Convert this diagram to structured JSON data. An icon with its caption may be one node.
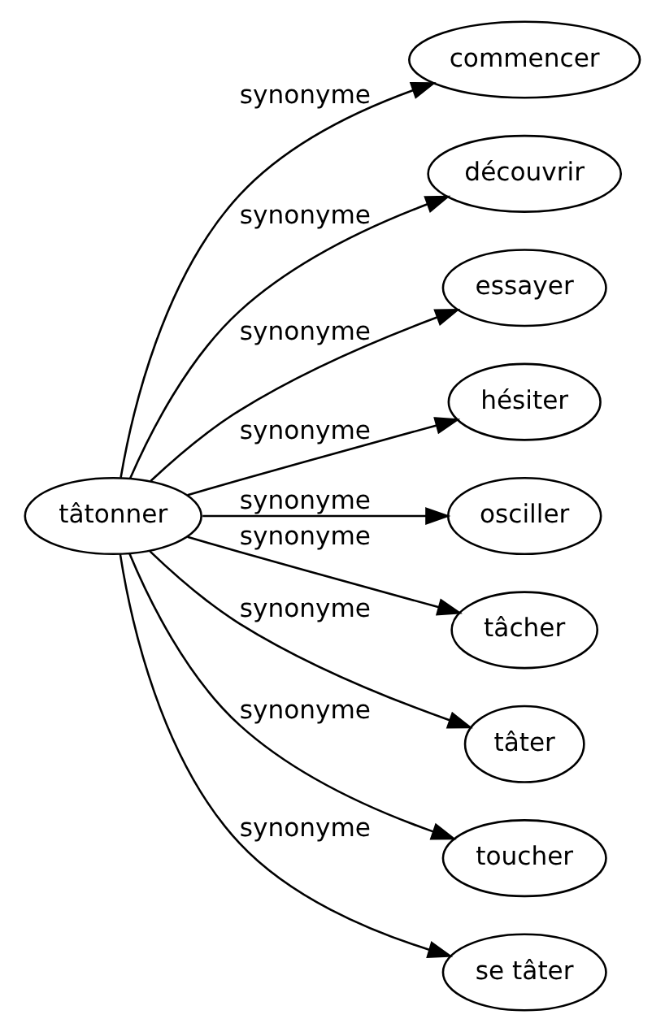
{
  "diagram": {
    "nodes": [
      {
        "text": [
          "tâtonner"
        ]
      },
      {
        "text": [
          "commencer"
        ]
      },
      {
        "text": [
          "découvrir"
        ]
      },
      {
        "text": [
          "essayer"
        ]
      },
      {
        "text": [
          "hésiter"
        ]
      },
      {
        "text": [
          "osciller"
        ]
      },
      {
        "text": [
          "tâcher"
        ]
      },
      {
        "text": [
          "tâter"
        ]
      },
      {
        "text": [
          "toucher"
        ]
      },
      {
        "text": [
          "se tâter"
        ]
      }
    ],
    "edges": [
      {
        "from": 0,
        "to": 1,
        "arrow": "to",
        "label": "synonyme"
      },
      {
        "from": 0,
        "to": 2,
        "arrow": "to",
        "label": "synonyme"
      },
      {
        "from": 0,
        "to": 3,
        "arrow": "to",
        "label": "synonyme"
      },
      {
        "from": 0,
        "to": 4,
        "arrow": "to",
        "label": "synonyme"
      },
      {
        "from": 0,
        "to": 5,
        "arrow": "to",
        "label": "synonyme"
      },
      {
        "from": 0,
        "to": 6,
        "arrow": "to",
        "label": "synonyme"
      },
      {
        "from": 0,
        "to": 7,
        "arrow": "to",
        "label": "synonyme"
      },
      {
        "from": 0,
        "to": 8,
        "arrow": "to",
        "label": "synonyme"
      },
      {
        "from": 0,
        "to": 9,
        "arrow": "to",
        "label": "synonyme"
      }
    ]
  }
}
